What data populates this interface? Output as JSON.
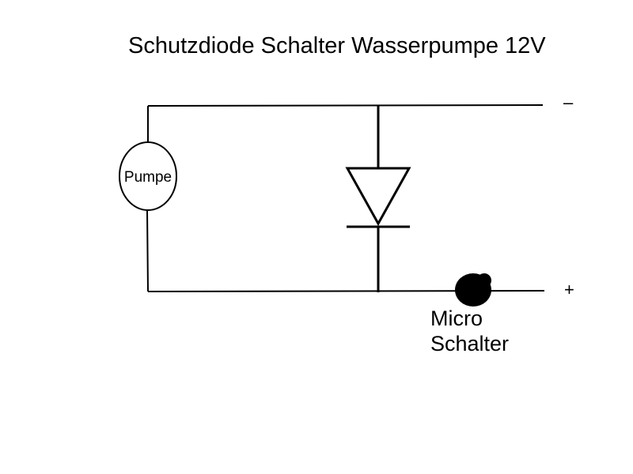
{
  "title": "Schutzdiode Schalter Wasserpumpe 12V",
  "pump_label": "Pumpe",
  "terminal_negative": "–",
  "terminal_positive": "+",
  "switch_label_line1": "Micro",
  "switch_label_line2": "Schalter",
  "colors": {
    "line": "#000000",
    "background": "#ffffff"
  }
}
